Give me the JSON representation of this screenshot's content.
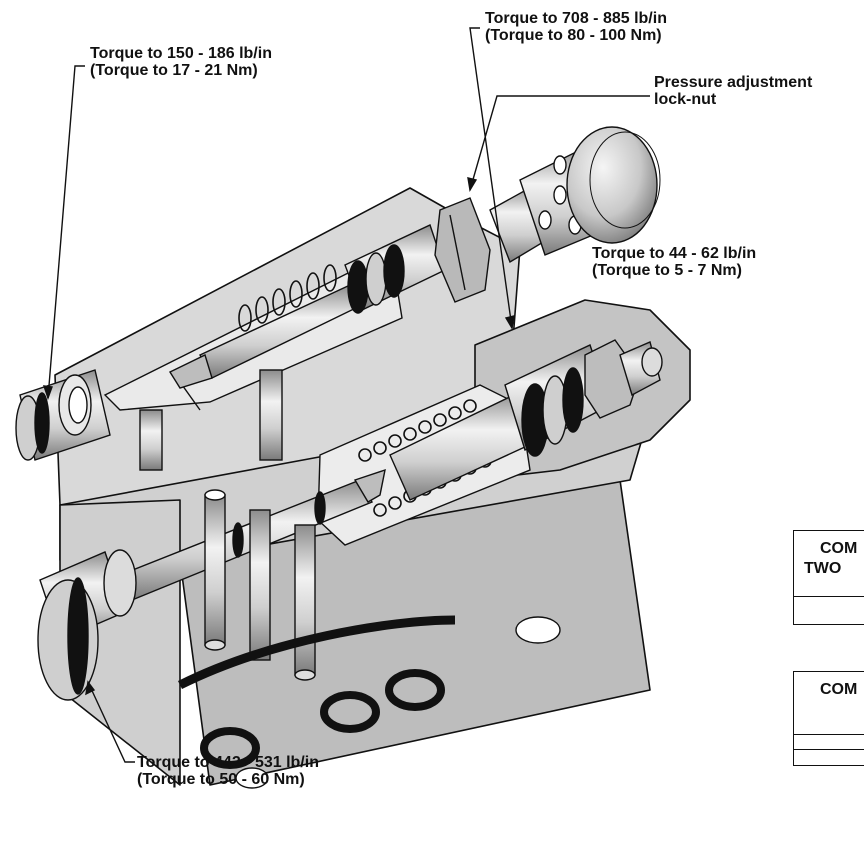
{
  "callouts": {
    "plug_150": {
      "line1": "Torque to 150 - 186 lb/in",
      "line2": "(Torque to 17 - 21 Nm)"
    },
    "valve_708": {
      "line1": "Torque to 708 - 885 lb/in",
      "line2": "(Torque to 80 - 100 Nm)"
    },
    "locknut": {
      "line1": "Pressure adjustment",
      "line2": "lock-nut"
    },
    "knob_44": {
      "line1": "Torque to 44 - 62 lb/in",
      "line2": "(Torque to 5 - 7 Nm)"
    },
    "plug_442": {
      "line1": "Torque to 442 - 531 lb/in",
      "line2": "(Torque to 50 - 60 Nm)"
    }
  },
  "side_boxes": {
    "box1": {
      "line1": "COM",
      "line2": "TWO"
    },
    "box2": {
      "line1": "COM"
    }
  },
  "colors": {
    "line": "#111111",
    "metal": "#d4d4d4",
    "metal_dark": "#9a9a9a",
    "seal": "#111111"
  }
}
